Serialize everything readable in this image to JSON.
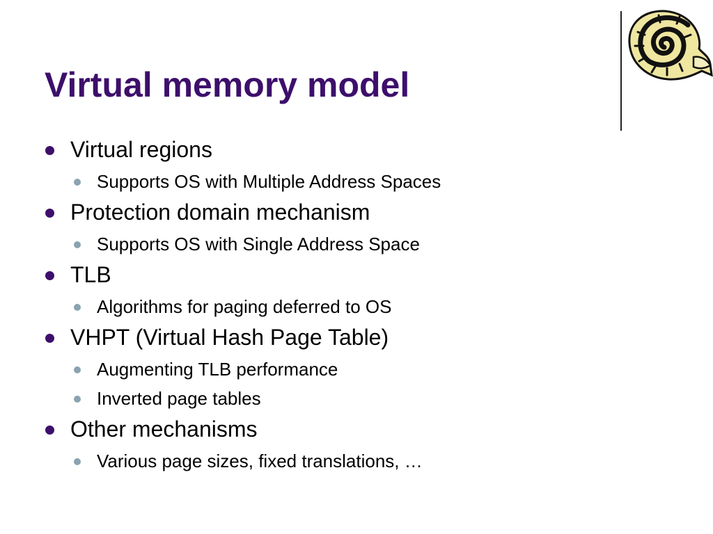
{
  "slide": {
    "title": "Virtual memory model",
    "bullets": [
      {
        "level": 1,
        "text": "Virtual regions"
      },
      {
        "level": 2,
        "text": "Supports OS with Multiple Address Spaces"
      },
      {
        "level": 1,
        "text": "Protection domain mechanism"
      },
      {
        "level": 2,
        "text": "Supports OS with Single Address Space"
      },
      {
        "level": 1,
        "text": "TLB"
      },
      {
        "level": 2,
        "text": "Algorithms for paging deferred to OS"
      },
      {
        "level": 1,
        "text": "VHPT (Virtual Hash Page Table)"
      },
      {
        "level": 2,
        "text": "Augmenting TLB performance"
      },
      {
        "level": 2,
        "text": "Inverted page tables"
      },
      {
        "level": 1,
        "text": "Other mechanisms"
      },
      {
        "level": 2,
        "text": "Various page sizes, fixed translations, …"
      }
    ]
  },
  "colors": {
    "title": "#3d0f6b",
    "level1_bullet": "#3d0f6b",
    "level2_bullet": "#8aa3b0",
    "logo_fill": "#efe6a0",
    "logo_outline": "#111111"
  },
  "logo": {
    "icon": "spiral-shell-icon"
  }
}
